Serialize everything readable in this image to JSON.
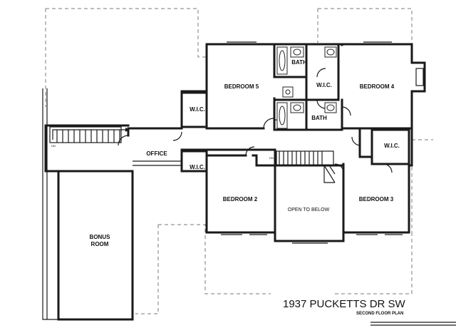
{
  "rooms": {
    "bedroom_5": "BEDROOM 5",
    "bedroom_4": "BEDROOM 4",
    "bedroom_2": "BEDROOM 2",
    "bedroom_3": "BEDROOM 3",
    "bath_upper": "BATH",
    "bath_lower": "BATH",
    "wic_bed5": "W.I.C.",
    "wic_bath": "W.I.C.",
    "wic_bed3": "W.I.C.",
    "wic_bed2": "W.I.C.",
    "office": "OFFICE",
    "open_to_below": "OPEN TO BELOW",
    "bonus_room_line1": "BONUS",
    "bonus_room_line2": "ROOM"
  },
  "stair_marks": {
    "left_stair_dn": "DN",
    "main_stair_dn": "DN"
  },
  "title_block": {
    "address": "1937 PUCKETTS DR SW",
    "sheet": "SECOND FLOOR PLAN"
  }
}
